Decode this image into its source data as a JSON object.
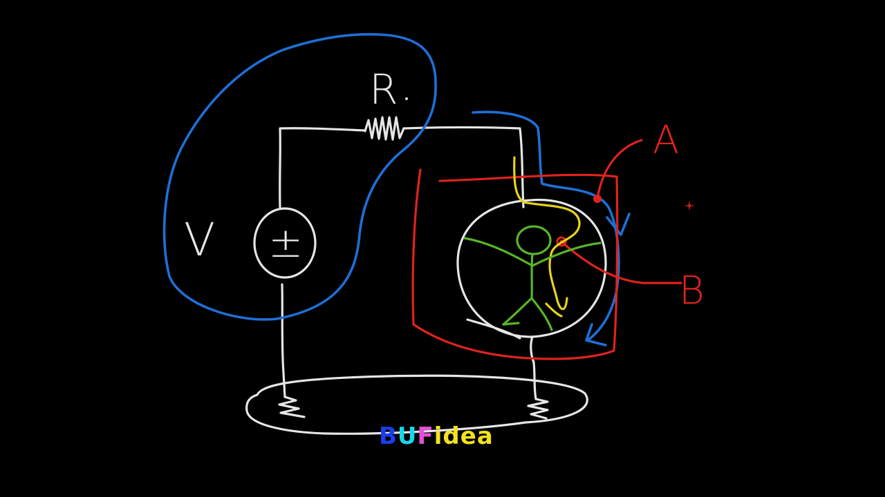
{
  "labels": {
    "resistor": "R",
    "voltage": "V",
    "source_symbol": "±",
    "point_a": "A",
    "point_b": "B"
  },
  "brand": {
    "parts": [
      {
        "text": "B",
        "color": "#1a3ef0"
      },
      {
        "text": "U",
        "color": "#17d8ea"
      },
      {
        "text": "F",
        "color": "#e54fd8"
      },
      {
        "text": "idea",
        "color": "#f3e21f"
      }
    ]
  },
  "colors": {
    "background": "#000000",
    "circuit": "#e6e6e6",
    "voltage_loop": "#1f6fd6",
    "points_ab": "#e0231d",
    "person": "#57b52a",
    "current_path": "#e8d21c"
  }
}
